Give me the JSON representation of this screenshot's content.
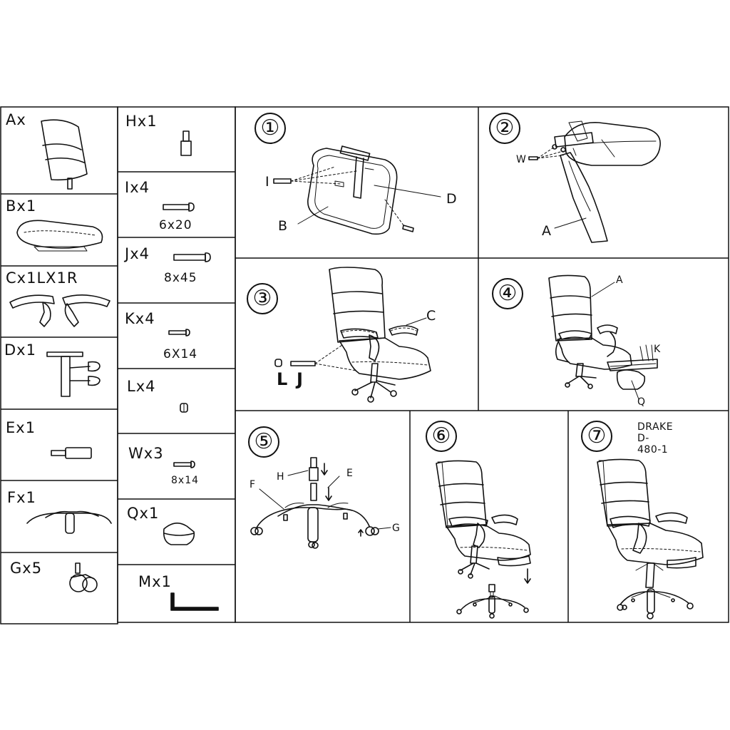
{
  "parts": {
    "A": {
      "label": "Ax"
    },
    "B": {
      "label": "Bx1"
    },
    "C": {
      "label": "Cx1LX1R"
    },
    "D": {
      "label": "Dx1"
    },
    "E": {
      "label": "Ex1"
    },
    "F": {
      "label": "Fx1"
    },
    "G": {
      "label": "Gx5"
    },
    "H": {
      "label": "Hx1"
    },
    "I": {
      "label": "Ix4",
      "size": "6x20"
    },
    "J": {
      "label": "Jx4",
      "size": "8x45"
    },
    "K": {
      "label": "Kx4",
      "size": "6X14"
    },
    "L": {
      "label": "Lx4"
    },
    "W": {
      "label": "Wx3",
      "size": "8x14"
    },
    "Q": {
      "label": "Qx1"
    },
    "M": {
      "label": "Mx1"
    }
  },
  "steps": [
    {
      "number": "①",
      "callouts": {
        "I": "I",
        "B": "B",
        "D": "D"
      }
    },
    {
      "number": "②",
      "callouts": {
        "W": "W",
        "A": "A"
      }
    },
    {
      "number": "③",
      "callouts": {
        "C": "C",
        "L": "L",
        "J": "J"
      }
    },
    {
      "number": "④",
      "callouts": {
        "A": "A",
        "K": "K",
        "Q": "Q"
      }
    },
    {
      "number": "⑤",
      "callouts": {
        "H": "H",
        "E": "E",
        "F": "F",
        "G": "G"
      }
    },
    {
      "number": "⑥"
    },
    {
      "number": "⑦"
    }
  ],
  "model": "DRAKE D-480-1"
}
